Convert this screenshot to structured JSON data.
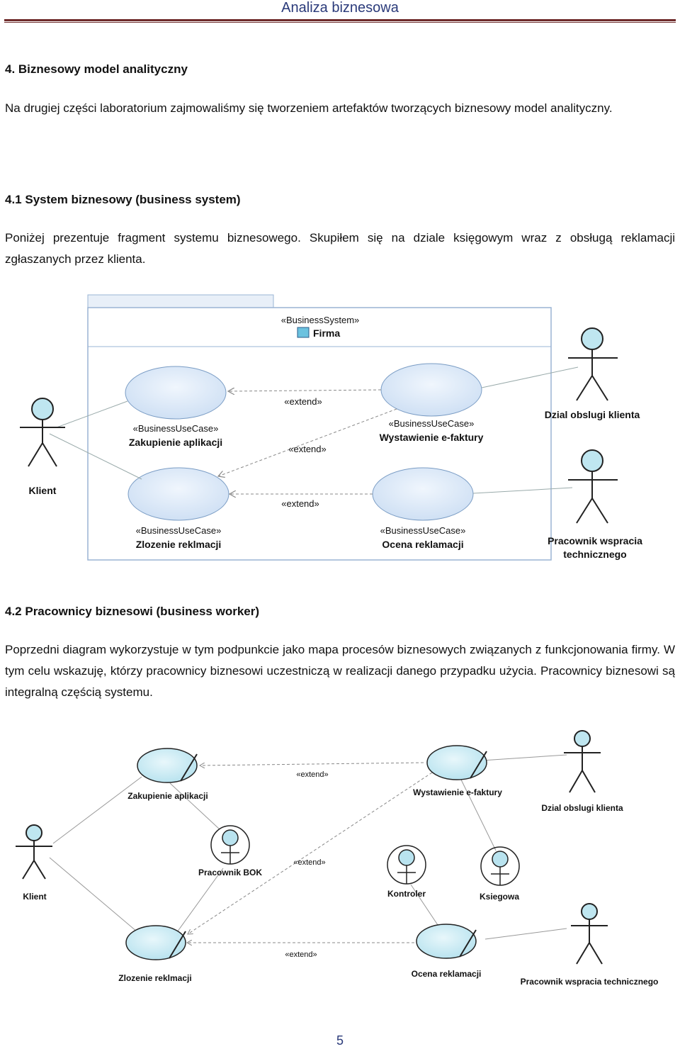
{
  "header": {
    "title": "Analiza biznesowa"
  },
  "sec4": {
    "heading": "4.  Biznesowy model analityczny",
    "para": "Na drugiej części laboratorium zajmowaliśmy się tworzeniem artefaktów tworzących biznesowy model analityczny."
  },
  "sec41": {
    "heading": "4.1  System biznesowy (business system)",
    "para": "Poniżej prezentuje fragment systemu biznesowego. Skupiłem się na dziale księgowym wraz z obsługą reklamacji zgłaszanych przez klienta."
  },
  "diagram1": {
    "system_stereotype": "«BusinessSystem»",
    "system_name": "Firma",
    "use_cases": [
      {
        "stereotype": "«BusinessUseCase»",
        "name": "Zakupienie aplikacji"
      },
      {
        "stereotype": "«BusinessUseCase»",
        "name": "Wystawienie e-faktury"
      },
      {
        "stereotype": "«BusinessUseCase»",
        "name": "Zlozenie reklmacji"
      },
      {
        "stereotype": "«BusinessUseCase»",
        "name": "Ocena reklamacji"
      }
    ],
    "actors": [
      "Klient",
      "Dzial obslugi klienta",
      "Pracownik wspracia",
      "technicznego"
    ],
    "extend_labels": [
      "«extend»",
      "«extend»",
      "«extend»"
    ]
  },
  "sec42": {
    "heading": "4.2  Pracownicy biznesowi (business worker)",
    "para": "Poprzedni diagram wykorzystuje w tym podpunkcie jako mapa procesów biznesowych związanych z funkcjonowania firmy. W tym celu wskazuję, którzy pracownicy biznesowi uczestniczą w realizacji danego przypadku użycia. Pracownicy biznesowi są integralną częścią systemu."
  },
  "diagram2": {
    "use_cases": [
      "Zakupienie aplikacji",
      "Wystawienie e-faktury",
      "Zlozenie reklmacji",
      "Ocena reklamacji"
    ],
    "actors": [
      "Klient",
      "Dzial obslugi klienta",
      "Pracownik wspracia technicznego"
    ],
    "workers": [
      "Pracownik BOK",
      "Kontroler",
      "Ksiegowa"
    ],
    "extend_labels": [
      "«extend»",
      "«extend»",
      "«extend»"
    ]
  },
  "footer": {
    "page_number": "5"
  },
  "colors": {
    "usecase_fill": "#dce9f7",
    "actor_head": "#bfe6f0",
    "system_border": "#9ab4d4",
    "header_rule": "#6e2a2a"
  }
}
